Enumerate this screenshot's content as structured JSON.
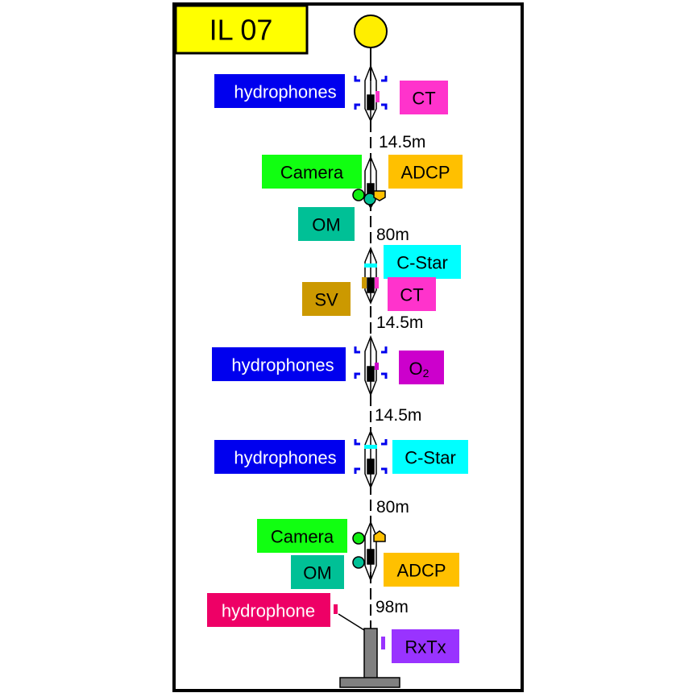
{
  "title": "IL 07",
  "colors": {
    "frame": "#000000",
    "title_bg": "#ffff00",
    "buoy": "#ffee00",
    "hydrophones": "#0000ee",
    "ct": "#ff33cc",
    "camera": "#11ff11",
    "adcp": "#ffc000",
    "om": "#00c096",
    "cstar": "#00ffff",
    "sv": "#cc9900",
    "o2": "#cc00cc",
    "hydrophone_single": "#ee0066",
    "rxtx": "#9933ff",
    "anchor": "#808080"
  },
  "floors": [
    {
      "left_label": "hydrophones",
      "right_label": "CT",
      "icons": [
        "hydrophone-brackets-icon",
        "ct-sensor-icon"
      ]
    },
    {
      "left_label": "Camera",
      "right_label": "ADCP",
      "bottom_left_label": "OM",
      "icons": [
        "camera-icon",
        "adcp-icon",
        "om-sphere-icon"
      ]
    },
    {
      "right_label": "C-Star",
      "left_label": "SV",
      "right_label_2": "CT",
      "icons": [
        "cstar-icon",
        "sv-sensor-icon",
        "ct-sensor-icon"
      ]
    },
    {
      "left_label": "hydrophones",
      "right_label": "O",
      "right_label_sub": "2",
      "icons": [
        "hydrophone-brackets-icon",
        "o2-sensor-icon"
      ]
    },
    {
      "left_label": "hydrophones",
      "right_label": "C-Star",
      "icons": [
        "hydrophone-brackets-icon",
        "cstar-icon"
      ]
    },
    {
      "left_label": "Camera",
      "left_label_2": "OM",
      "right_label": "ADCP",
      "icons": [
        "camera-icon",
        "om-sphere-icon",
        "adcp-icon"
      ]
    }
  ],
  "distances": [
    "14.5m",
    "80m",
    "14.5m",
    "14.5m",
    "80m",
    "98m"
  ],
  "anchor": {
    "left_label": "hydrophone",
    "right_label": "RxTx"
  }
}
